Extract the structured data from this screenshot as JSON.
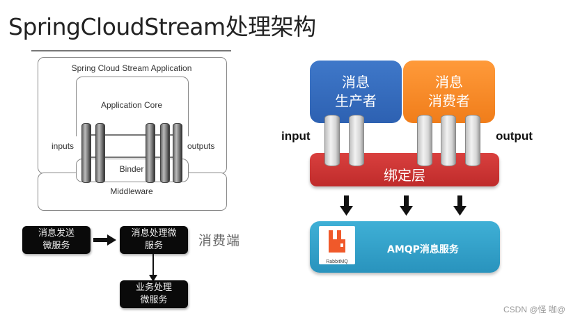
{
  "title": "SpringCloudStream处理架构",
  "architecture": {
    "outer_label": "Spring Cloud Stream Application",
    "core_label": "Application Core",
    "inputs_label": "inputs",
    "outputs_label": "outputs",
    "binder_label": "Binder",
    "middleware_label": "Middleware",
    "input_channel_count": 2,
    "output_channel_count": 3
  },
  "flow": {
    "sender": [
      "消息发送",
      "微服务"
    ],
    "processor": [
      "消息处理微",
      "服务"
    ],
    "business": [
      "业务处理",
      "微服务"
    ],
    "side_label": "消费端"
  },
  "binding": {
    "producer": [
      "消息",
      "生产者"
    ],
    "consumer": [
      "消息",
      "消费者"
    ],
    "input_label": "input",
    "output_label": "output",
    "binder_label": "绑定层",
    "amqp_label": "AMQP消息服务",
    "rabbit_label": "RabbitMQ",
    "colors": {
      "producer": "#3569bb",
      "consumer": "#f58a26",
      "binder": "#cc3434",
      "amqp": "#33a2ca",
      "rabbit": "#f0592a"
    }
  },
  "watermark": "CSDN @怪 咖@"
}
